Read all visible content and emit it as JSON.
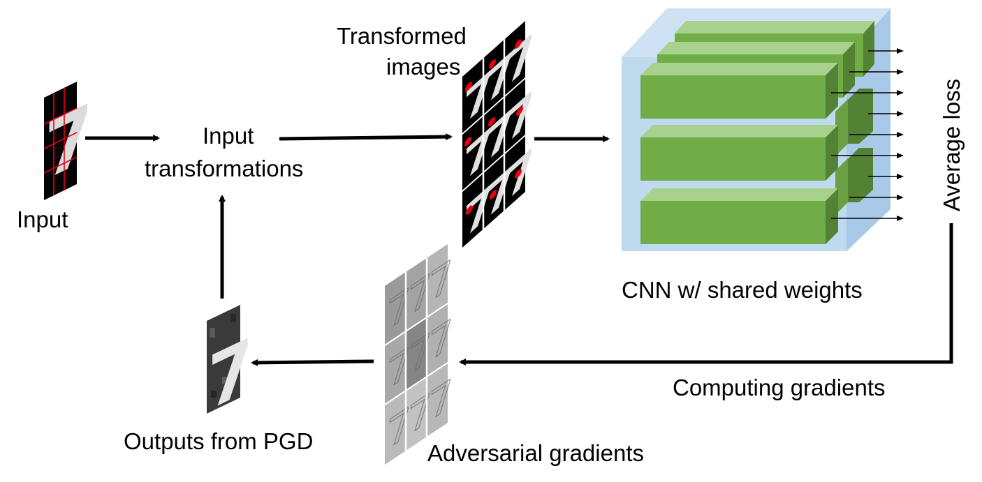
{
  "labels": {
    "input": "Input",
    "input_transformations_1": "Input",
    "input_transformations_2": "transformations",
    "transformed_images_1": "Transformed",
    "transformed_images_2": "images",
    "cnn": "CNN w/ shared weights",
    "average_loss": "Average loss",
    "computing_gradients": "Computing gradients",
    "adversarial_gradients": "Adversarial gradients",
    "outputs_pgd": "Outputs from PGD"
  },
  "digit": "7",
  "colors": {
    "arrow": "#000000",
    "cnn_block": "#70ad47",
    "cnn_block_top": "#a9d18e",
    "cnn_block_side": "#548235",
    "cnn_background": "#bdd7ee",
    "marker": "#e8000e",
    "grid_line": "#e8000e"
  }
}
